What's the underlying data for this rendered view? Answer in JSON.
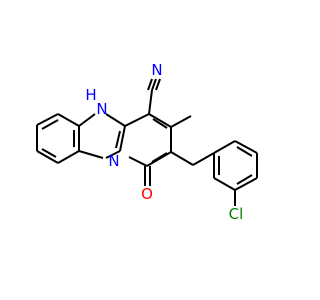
{
  "molecule": {
    "atoms": {
      "nh": "N",
      "nh_h": "H",
      "n_bridge": "N",
      "n_nitrile": "N",
      "o": "O",
      "cl": "Cl"
    },
    "colors": {
      "bond": "#000000",
      "nitrogen": "#0000ff",
      "oxygen": "#ff0000",
      "chlorine": "#008000"
    }
  }
}
